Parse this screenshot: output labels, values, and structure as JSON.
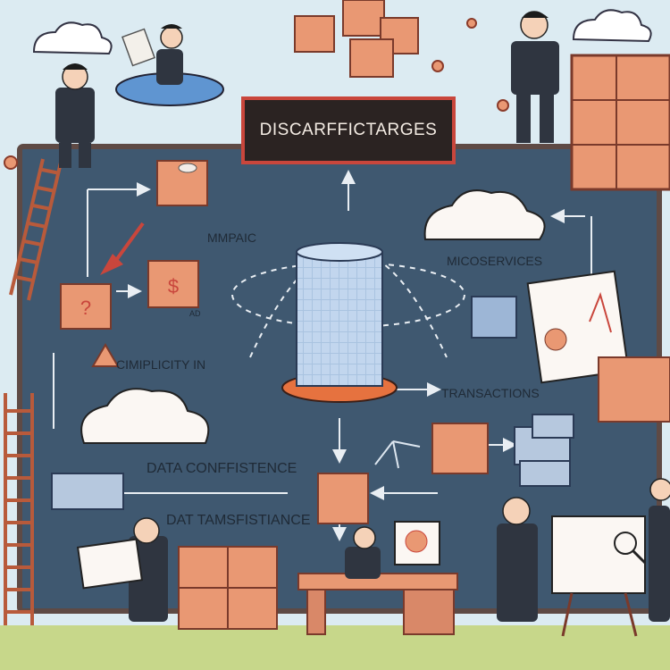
{
  "title": "DISCARFFICTARGES",
  "labels": {
    "mmpaic": "MMPAIC",
    "microservices": "MICOSERVICES",
    "simplicity": "CIMIPLICITY IN",
    "transactions": "TRANSACTIONS",
    "data_confidence": "DATA CONFFISTENCE",
    "data_transfer": "DAT TAMSFISTIANCE",
    "tiny_ad": "AD"
  },
  "colors": {
    "sky": "#dcebf2",
    "board": "#3f5870",
    "board_border": "#5e4a45",
    "box": "#e99873",
    "box_dark": "#b8644a",
    "server": "#9db6d6",
    "accent_red": "#c9463c",
    "suit": "#2f3540",
    "grass": "#c7d78a"
  }
}
